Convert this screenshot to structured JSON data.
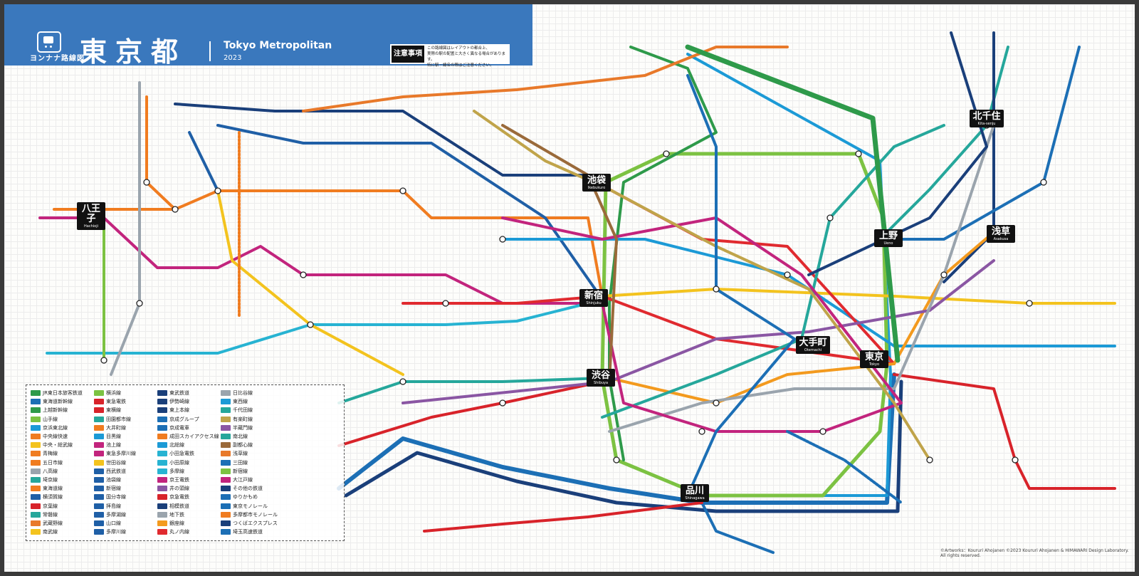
{
  "header": {
    "brand": "ヨンナナ路線図",
    "title_jp": "東京都",
    "title_en": "Tokyo Metropolitan",
    "year": "2023",
    "notice_tag": "注意事項",
    "notice_lines": [
      "この路線図はレイアウトの都合上、",
      "実際の駅の配置と大きく異なる場合があります。",
      "特に駅・線名の際はご注意ください。"
    ]
  },
  "colors": {
    "header_bg": "#3a78bd",
    "jr_green": "#2e9a4a",
    "jr_orange": "#e8792a",
    "chuo_rapid": "#f07c20",
    "keihin_blue": "#1c9ad6",
    "keio_magenta": "#c2247d",
    "seibu_blue": "#1f5fa6",
    "tokyu_red": "#d8232a",
    "tobu_navy": "#1a3f7a",
    "metro_grey": "#9aa4ad",
    "odakyu_cyan": "#27b3d2",
    "teal": "#25a79b",
    "purple": "#8a56a3",
    "brown": "#9a6a3a",
    "yellow": "#f3c31e",
    "lime": "#7cc242"
  },
  "major_stations": [
    {
      "name": "八王子",
      "en": "Hachioji"
    },
    {
      "name": "池袋",
      "en": "Ikebukuro"
    },
    {
      "name": "新宿",
      "en": "Shinjuku"
    },
    {
      "name": "渋谷",
      "en": "Shibuya"
    },
    {
      "name": "品川",
      "en": "Shinagawa"
    },
    {
      "name": "東京",
      "en": "Tokyo"
    },
    {
      "name": "大手町",
      "en": "Otemachi"
    },
    {
      "name": "上野",
      "en": "Ueno"
    },
    {
      "name": "北千住",
      "en": "Kita-senju"
    },
    {
      "name": "浅草",
      "en": "Asakusa"
    }
  ],
  "legend": {
    "items": [
      {
        "label": "JR東日本旅客鉄道",
        "color": "#2e9a4a"
      },
      {
        "label": "東海道新幹線",
        "color": "#1c6fb5"
      },
      {
        "label": "上越新幹線",
        "color": "#2e9a4a"
      },
      {
        "label": "山手線",
        "color": "#7cc242"
      },
      {
        "label": "京浜東北線",
        "color": "#1c9ad6"
      },
      {
        "label": "中央線快速",
        "color": "#f07c20"
      },
      {
        "label": "中央・総武線",
        "color": "#f3c31e"
      },
      {
        "label": "青梅線",
        "color": "#f07c20"
      },
      {
        "label": "五日市線",
        "color": "#f07c20"
      },
      {
        "label": "八高線",
        "color": "#9aa4ad"
      },
      {
        "label": "埼京線",
        "color": "#25a79b"
      },
      {
        "label": "東海道線",
        "color": "#f07c20"
      },
      {
        "label": "横須賀線",
        "color": "#1f5fa6"
      },
      {
        "label": "京葉線",
        "color": "#d8232a"
      },
      {
        "label": "常磐線",
        "color": "#25a79b"
      },
      {
        "label": "武蔵野線",
        "color": "#e8792a"
      },
      {
        "label": "南武線",
        "color": "#f3c31e"
      },
      {
        "label": "横浜線",
        "color": "#7cc242"
      },
      {
        "label": "東急電鉄",
        "color": "#d8232a"
      },
      {
        "label": "東横線",
        "color": "#d8232a"
      },
      {
        "label": "田園都市線",
        "color": "#25a79b"
      },
      {
        "label": "大井町線",
        "color": "#f07c20"
      },
      {
        "label": "目黒線",
        "color": "#1c9ad6"
      },
      {
        "label": "池上線",
        "color": "#c2247d"
      },
      {
        "label": "東急多摩川線",
        "color": "#c2247d"
      },
      {
        "label": "世田谷線",
        "color": "#f3c31e"
      },
      {
        "label": "西武鉄道",
        "color": "#1f5fa6"
      },
      {
        "label": "池袋線",
        "color": "#1f5fa6"
      },
      {
        "label": "新宿線",
        "color": "#1f5fa6"
      },
      {
        "label": "国分寺線",
        "color": "#1f5fa6"
      },
      {
        "label": "拝島線",
        "color": "#1f5fa6"
      },
      {
        "label": "多摩湖線",
        "color": "#1f5fa6"
      },
      {
        "label": "山口線",
        "color": "#1f5fa6"
      },
      {
        "label": "多摩川線",
        "color": "#1f5fa6"
      },
      {
        "label": "東武鉄道",
        "color": "#1a3f7a"
      },
      {
        "label": "伊勢崎線",
        "color": "#1a3f7a"
      },
      {
        "label": "東上本線",
        "color": "#1a3f7a"
      },
      {
        "label": "京成グループ",
        "color": "#1c6fb5"
      },
      {
        "label": "京成電車",
        "color": "#1c6fb5"
      },
      {
        "label": "成田スカイアクセス線",
        "color": "#f07c20"
      },
      {
        "label": "北総線",
        "color": "#1c9ad6"
      },
      {
        "label": "小田急電鉄",
        "color": "#27b3d2"
      },
      {
        "label": "小田原線",
        "color": "#27b3d2"
      },
      {
        "label": "多摩線",
        "color": "#27b3d2"
      },
      {
        "label": "京王電鉄",
        "color": "#c2247d"
      },
      {
        "label": "井の頭線",
        "color": "#8a56a3"
      },
      {
        "label": "京急電鉄",
        "color": "#d8232a"
      },
      {
        "label": "相模鉄道",
        "color": "#1a3f7a"
      },
      {
        "label": "地下鉄",
        "color": "#9aa4ad"
      },
      {
        "label": "銀座線",
        "color": "#f39a1e"
      },
      {
        "label": "丸ノ内線",
        "color": "#e02a2f"
      },
      {
        "label": "日比谷線",
        "color": "#9aa4ad"
      },
      {
        "label": "東西線",
        "color": "#1c9ad6"
      },
      {
        "label": "千代田線",
        "color": "#25a79b"
      },
      {
        "label": "有楽町線",
        "color": "#c0a44a"
      },
      {
        "label": "半蔵門線",
        "color": "#8a56a3"
      },
      {
        "label": "南北線",
        "color": "#25a79b"
      },
      {
        "label": "副都心線",
        "color": "#9a6a3a"
      },
      {
        "label": "浅草線",
        "color": "#e8792a"
      },
      {
        "label": "三田線",
        "color": "#1c6fb5"
      },
      {
        "label": "新宿線",
        "color": "#7cc242"
      },
      {
        "label": "大江戸線",
        "color": "#c2247d"
      },
      {
        "label": "その他の鉄道",
        "color": "#1a3f7a"
      },
      {
        "label": "ゆりかもめ",
        "color": "#1c6fb5"
      },
      {
        "label": "東京モノレール",
        "color": "#1c6fb5"
      },
      {
        "label": "多摩都市モノレール",
        "color": "#f07c20"
      },
      {
        "label": "つくばエクスプレス",
        "color": "#1a3f7a"
      },
      {
        "label": "埼玉高速鉄道",
        "color": "#1c6fb5"
      }
    ]
  },
  "footer": {
    "credit": "©Artworks：Koururi Ahojanen  ©2023 Koururi Ahojanen & HIMAWARI Design Laboratory. All rights reserved."
  }
}
